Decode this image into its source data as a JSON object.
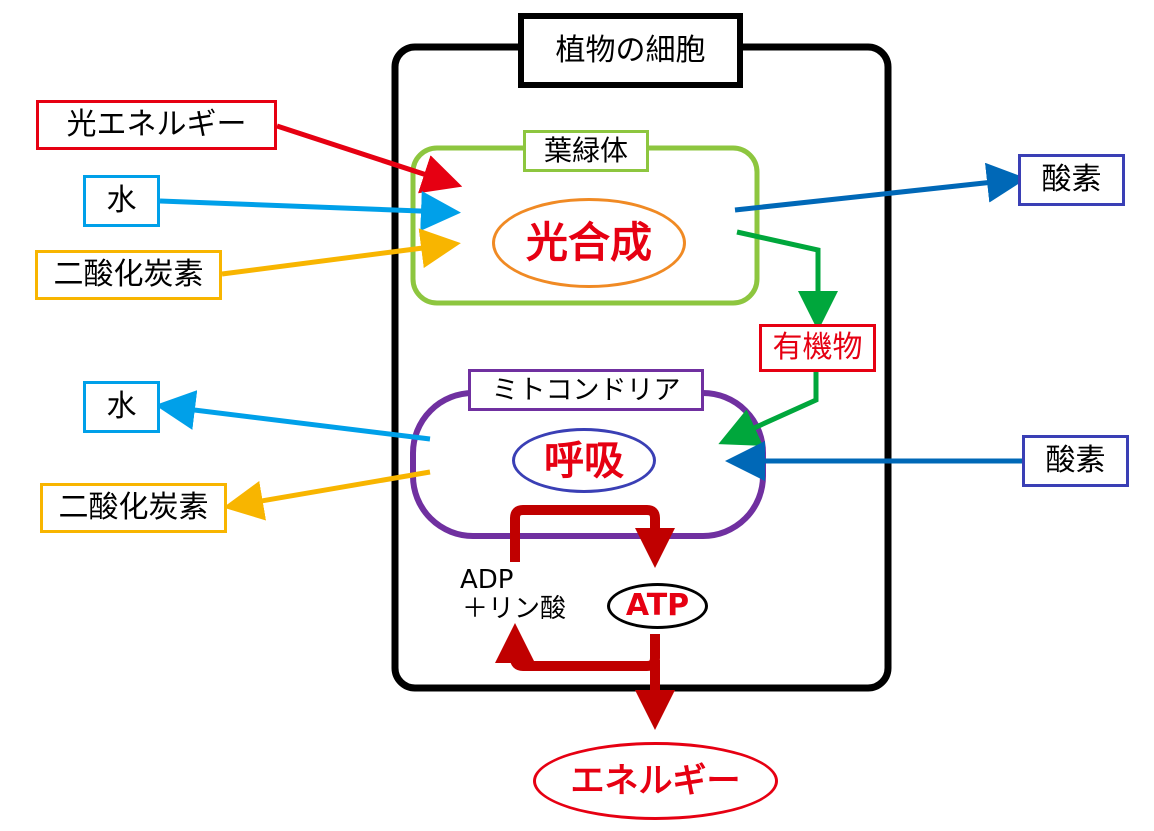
{
  "title": "植物の細胞",
  "chloroplast": {
    "label": "葉緑体",
    "process": "光合成"
  },
  "mitochondria": {
    "label": "ミトコンドリア",
    "process": "呼吸"
  },
  "inputs_photosynthesis": {
    "light_energy": "光エネルギー",
    "water": "水",
    "carbon_dioxide": "二酸化炭素"
  },
  "outputs_photosynthesis": {
    "oxygen": "酸素",
    "organic_matter": "有機物"
  },
  "inputs_respiration": {
    "oxygen": "酸素"
  },
  "outputs_respiration": {
    "water": "水",
    "carbon_dioxide": "二酸化炭素"
  },
  "atp_cycle": {
    "adp_line1": "ADP",
    "adp_line2": "＋リン酸",
    "atp": "ATP",
    "energy": "エネルギー"
  },
  "colors": {
    "red": "#e60012",
    "light_blue": "#00a0e9",
    "yellow": "#f8b500",
    "green_frame": "#8dc63f",
    "orange": "#f08a24",
    "dark_blue": "#0068b7",
    "green_arrow": "#00a73c",
    "purple": "#7030a0",
    "navy": "#3a3fb5",
    "dark_red": "#c00000",
    "black": "#000000"
  }
}
